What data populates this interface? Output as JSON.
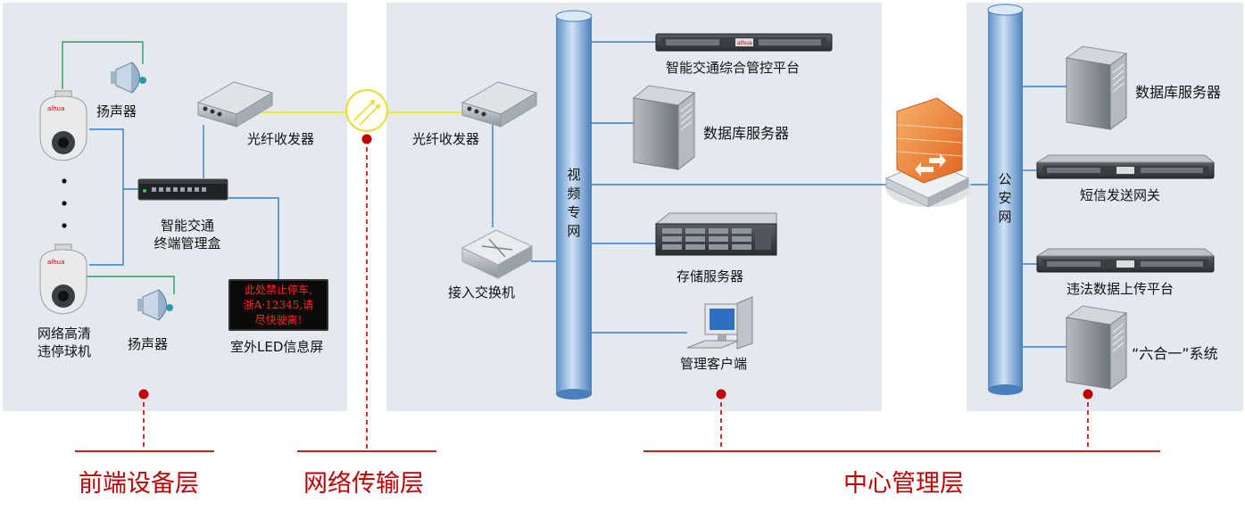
{
  "front": {
    "camera_label_line1": "网络高清",
    "camera_label_line2": "违停球机",
    "speaker_top_label": "扬声器",
    "speaker_bottom_label": "扬声器",
    "terminal_box_line1": "智能交通",
    "terminal_box_line2": "终端管理盒",
    "transceiver_label": "光纤收发器",
    "led_screen_label": "室外LED信息屏",
    "led_text_line1": "此处禁止停车,",
    "led_text_line2": "浙A·12345,请",
    "led_text_line3": "尽快驶离!"
  },
  "network": {
    "transceiver_label": "光纤收发器",
    "switch_label": "接入交换机",
    "video_net_label": "视频专网"
  },
  "center": {
    "control_platform_label": "智能交通综合管控平台",
    "db_server_label": "数据库服务器",
    "storage_label": "存储服务器",
    "client_label": "管理客户端"
  },
  "police": {
    "net_label": "公安网",
    "db_server_label": "数据库服务器",
    "sms_gateway_label": "短信发送网关",
    "upload_platform_label": "违法数据上传平台",
    "six_in_one_label": "“六合一”系统"
  },
  "layers": {
    "front": "前端设备层",
    "network": "网络传输层",
    "center": "中心管理层"
  },
  "colors": {
    "panel": "#e4e9f0",
    "accent_red": "#c00000",
    "link_blue": "#3a7cc8",
    "fiber_yellow": "#f0e840",
    "speaker_green": "#2aa05a"
  }
}
